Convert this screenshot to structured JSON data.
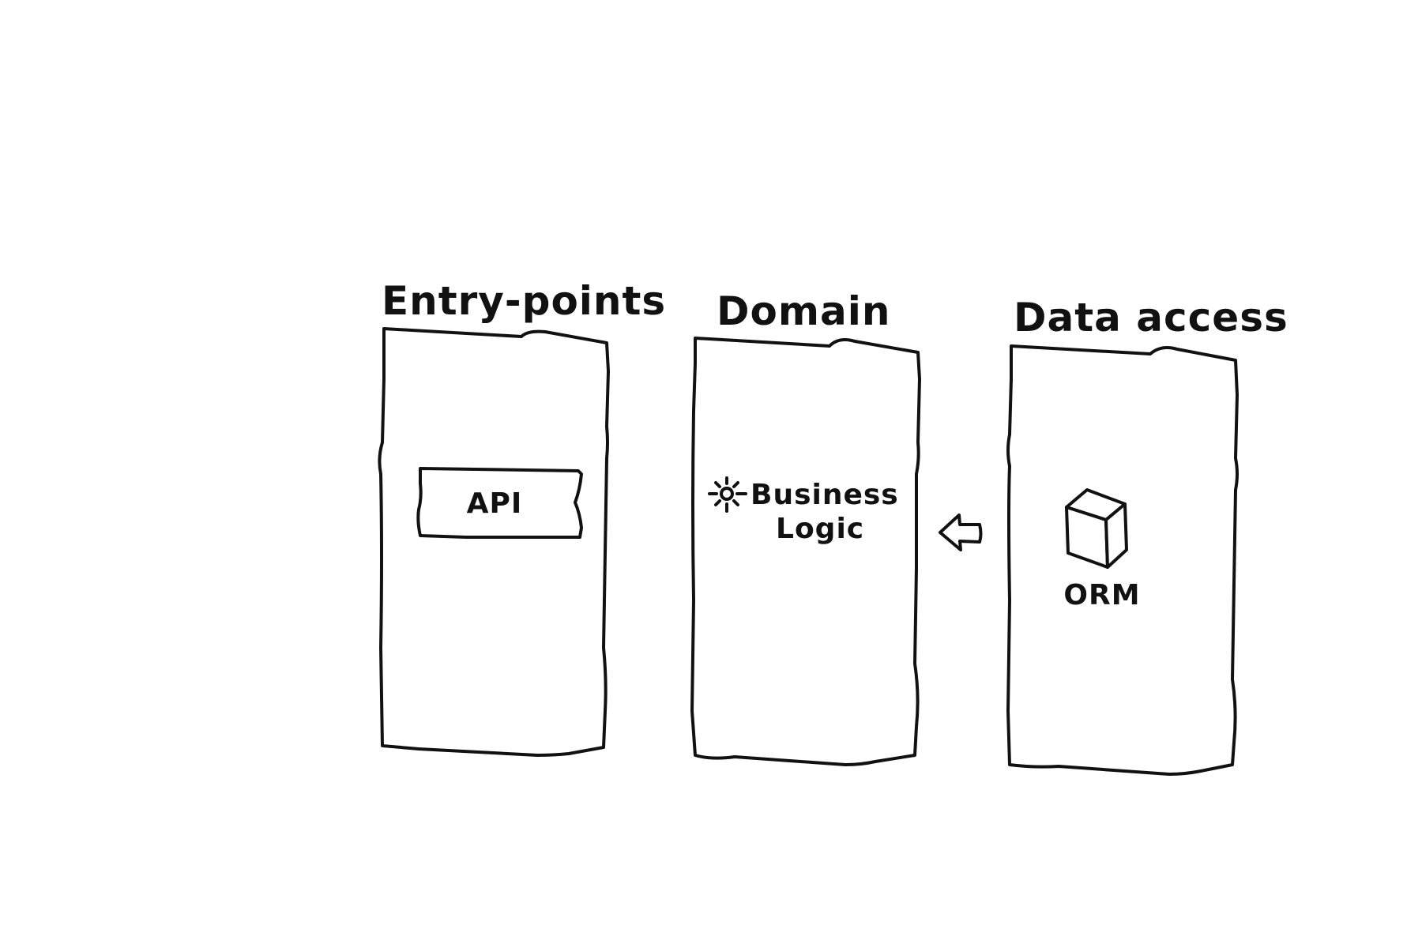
{
  "layers": {
    "entry_points": {
      "title": "Entry-points",
      "component": "API"
    },
    "domain": {
      "title": "Domain",
      "component_line1": "Business",
      "component_line2": "Logic",
      "icon": "sun-icon"
    },
    "data_access": {
      "title": "Data access",
      "component": "ORM",
      "icon": "cube-icon"
    }
  },
  "connector": {
    "icon": "arrow-left-icon",
    "direction": "data-access-to-domain"
  },
  "colors": {
    "stroke": "#111111",
    "background": "#ffffff"
  }
}
